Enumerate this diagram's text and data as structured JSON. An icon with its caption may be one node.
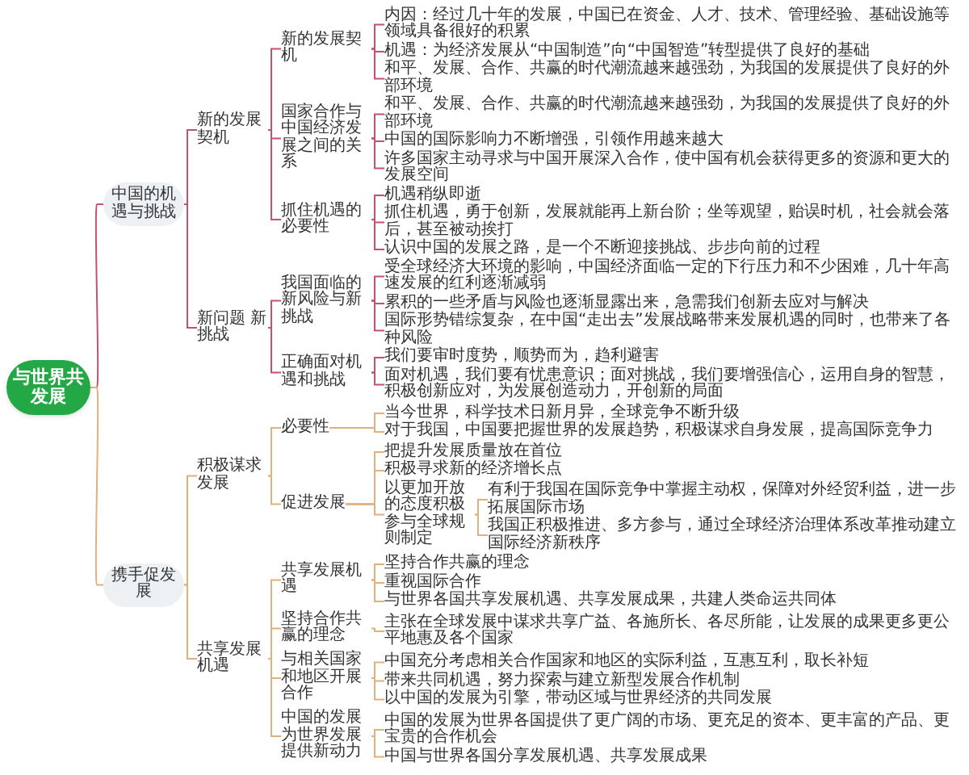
{
  "diagram": {
    "nodes": [
      {
        "text": [
          "与世界共发展"
        ]
      },
      {
        "text": [
          "中国的机遇与挑战"
        ]
      },
      {
        "text": [
          "新的发展契机"
        ]
      },
      {
        "text": [
          "新的发展契机"
        ]
      },
      {
        "text": [
          "内因：经过几十年的发展，中国已在资金、人才、技术、管理经验、基础设施等领域具备很好的积累"
        ]
      },
      {
        "text": [
          "机遇：为经济发展从“中国制造”向“中国智造”转型提供了良好的基础"
        ]
      },
      {
        "text": [
          "和平、发展、合作、共赢的时代潮流越来越强劲，为我国的发展提供了良好的外部环境"
        ]
      },
      {
        "text": [
          "国家合作与中国经济发展之间的关系"
        ]
      },
      {
        "text": [
          "和平、发展、合作、共赢的时代潮流越来越强劲，为我国的发展提供了良好的外部环境"
        ]
      },
      {
        "text": [
          "中国的国际影响力不断增强，引领作用越来越大"
        ]
      },
      {
        "text": [
          "许多国家主动寻求与中国开展深入合作，使中国有机会获得更多的资源和更大的发展空间"
        ]
      },
      {
        "text": [
          "抓住机遇的必要性"
        ]
      },
      {
        "text": [
          "机遇稍纵即逝"
        ]
      },
      {
        "text": [
          "抓住机遇，勇于创新，发展就能再上新台阶；坐等观望，贻误时机，社会就会落后，甚至被动挨打"
        ]
      },
      {
        "text": [
          "认识中国的发展之路，是一个不断迎接挑战、步步向前的过程"
        ]
      },
      {
        "text": [
          "新问题 新挑战"
        ]
      },
      {
        "text": [
          "我国面临的新风险与新挑战"
        ]
      },
      {
        "text": [
          "受全球经济大环境的影响，中国经济面临一定的下行压力和不少困难，几十年高速发展的红利逐渐减弱"
        ]
      },
      {
        "text": [
          "累积的一些矛盾与风险也逐渐显露出来，急需我们创新去应对与解决"
        ]
      },
      {
        "text": [
          "国际形势错综复杂，在中国“走出去”发展战略带来发展机遇的同时，也带来了各种风险"
        ]
      },
      {
        "text": [
          "正确面对机遇和挑战"
        ]
      },
      {
        "text": [
          "我们要审时度势，顺势而为，趋利避害"
        ]
      },
      {
        "text": [
          "面对机遇，我们要有忧患意识；面对挑战，我们要增强信心，运用自身的智慧，积极创新应对，为发展创造动力，开创新的局面"
        ]
      },
      {
        "text": [
          "携手促发展"
        ]
      },
      {
        "text": [
          "积极谋求发展"
        ]
      },
      {
        "text": [
          "必要性"
        ]
      },
      {
        "text": [
          "当今世界，科学技术日新月异，全球竞争不断升级"
        ]
      },
      {
        "text": [
          "对于我国，中国要把握世界的发展趋势，积极谋求自身发展，提高国际竞争力"
        ]
      },
      {
        "text": [
          "促进发展"
        ]
      },
      {
        "text": [
          "把提升发展质量放在首位"
        ]
      },
      {
        "text": [
          "积极寻求新的经济增长点"
        ]
      },
      {
        "text": [
          "以更加开放的态度积极参与全球规则制定"
        ]
      },
      {
        "text": [
          "有利于我国在国际竞争中掌握主动权，保障对外经贸利益，进一步拓展国际市场"
        ]
      },
      {
        "text": [
          "我国正积极推进、多方参与，通过全球经济治理体系改革推动建立国际经济新秩序"
        ]
      },
      {
        "text": [
          "共享发展机遇"
        ]
      },
      {
        "text": [
          "共享发展机遇"
        ]
      },
      {
        "text": [
          "坚持合作共赢的理念"
        ]
      },
      {
        "text": [
          "重视国际合作"
        ]
      },
      {
        "text": [
          "与世界各国共享发展机遇、共享发展成果，共建人类命运共同体"
        ]
      },
      {
        "text": [
          "坚持合作共赢的理念"
        ]
      },
      {
        "text": [
          "主张在全球发展中谋求共享广益、各施所长、各尽所能，让发展的成果更多更公平地惠及各个国家"
        ]
      },
      {
        "text": [
          "与相关国家和地区开展合作"
        ]
      },
      {
        "text": [
          "中国充分考虑相关合作国家和地区的实际利益，互惠互利，取长补短"
        ]
      },
      {
        "text": [
          "带来共同机遇，努力探索与建立新型发展合作机制"
        ]
      },
      {
        "text": [
          "以中国的发展为引擎，带动区域与世界经济的共同发展"
        ]
      },
      {
        "text": [
          "中国的发展为世界发展提供新动力"
        ]
      },
      {
        "text": [
          "中国的发展为世界各国提供了更广阔的市场、更充足的资本、更丰富的产品、更宝贵的合作机会"
        ]
      },
      {
        "text": [
          "中国与世界各国分享发展机遇、共享发展成果"
        ]
      }
    ],
    "edges": [
      {
        "from": 0,
        "to": 1,
        "arrow": "none",
        "color": "#c9506b"
      },
      {
        "from": 1,
        "to": 2,
        "arrow": "none",
        "color": "#c9506b"
      },
      {
        "from": 2,
        "to": 3,
        "arrow": "none",
        "color": "#c9506b"
      },
      {
        "from": 3,
        "to": 4,
        "arrow": "none",
        "color": "#c9506b"
      },
      {
        "from": 3,
        "to": 5,
        "arrow": "none",
        "color": "#c9506b"
      },
      {
        "from": 3,
        "to": 6,
        "arrow": "none",
        "color": "#c9506b"
      },
      {
        "from": 2,
        "to": 7,
        "arrow": "none",
        "color": "#c9506b"
      },
      {
        "from": 7,
        "to": 8,
        "arrow": "none",
        "color": "#c9506b"
      },
      {
        "from": 7,
        "to": 9,
        "arrow": "none",
        "color": "#c9506b"
      },
      {
        "from": 7,
        "to": 10,
        "arrow": "none",
        "color": "#c9506b"
      },
      {
        "from": 2,
        "to": 11,
        "arrow": "none",
        "color": "#c9506b"
      },
      {
        "from": 11,
        "to": 12,
        "arrow": "none",
        "color": "#c9506b"
      },
      {
        "from": 11,
        "to": 13,
        "arrow": "none",
        "color": "#c9506b"
      },
      {
        "from": 11,
        "to": 14,
        "arrow": "none",
        "color": "#c9506b"
      },
      {
        "from": 1,
        "to": 15,
        "arrow": "none",
        "color": "#c9506b"
      },
      {
        "from": 15,
        "to": 16,
        "arrow": "none",
        "color": "#c9506b"
      },
      {
        "from": 16,
        "to": 17,
        "arrow": "none",
        "color": "#c9506b"
      },
      {
        "from": 16,
        "to": 18,
        "arrow": "none",
        "color": "#c9506b"
      },
      {
        "from": 16,
        "to": 19,
        "arrow": "none",
        "color": "#c9506b"
      },
      {
        "from": 15,
        "to": 20,
        "arrow": "none",
        "color": "#c9506b"
      },
      {
        "from": 20,
        "to": 21,
        "arrow": "none",
        "color": "#c9506b"
      },
      {
        "from": 20,
        "to": 22,
        "arrow": "none",
        "color": "#c9506b"
      },
      {
        "from": 0,
        "to": 23,
        "arrow": "none"
      },
      {
        "from": 23,
        "to": 24,
        "arrow": "none"
      },
      {
        "from": 24,
        "to": 25,
        "arrow": "none"
      },
      {
        "from": 25,
        "to": 26,
        "arrow": "none"
      },
      {
        "from": 25,
        "to": 27,
        "arrow": "none"
      },
      {
        "from": 24,
        "to": 28,
        "arrow": "none"
      },
      {
        "from": 28,
        "to": 29,
        "arrow": "none"
      },
      {
        "from": 28,
        "to": 30,
        "arrow": "none"
      },
      {
        "from": 28,
        "to": 31,
        "arrow": "none"
      },
      {
        "from": 31,
        "to": 32,
        "arrow": "none"
      },
      {
        "from": 31,
        "to": 33,
        "arrow": "none"
      },
      {
        "from": 23,
        "to": 34,
        "arrow": "none"
      },
      {
        "from": 34,
        "to": 35,
        "arrow": "none"
      },
      {
        "from": 35,
        "to": 36,
        "arrow": "none"
      },
      {
        "from": 35,
        "to": 37,
        "arrow": "none"
      },
      {
        "from": 35,
        "to": 38,
        "arrow": "none"
      },
      {
        "from": 34,
        "to": 39,
        "arrow": "none"
      },
      {
        "from": 39,
        "to": 40,
        "arrow": "none"
      },
      {
        "from": 34,
        "to": 41,
        "arrow": "none"
      },
      {
        "from": 41,
        "to": 42,
        "arrow": "none"
      },
      {
        "from": 41,
        "to": 43,
        "arrow": "none"
      },
      {
        "from": 41,
        "to": 44,
        "arrow": "none"
      },
      {
        "from": 34,
        "to": 45,
        "arrow": "none"
      },
      {
        "from": 45,
        "to": 46,
        "arrow": "none"
      },
      {
        "from": 45,
        "to": 47,
        "arrow": "none"
      }
    ]
  }
}
